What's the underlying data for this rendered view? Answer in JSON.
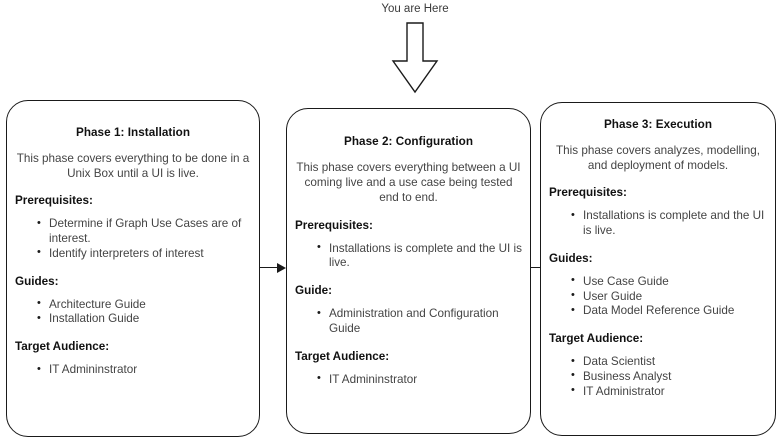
{
  "marker": {
    "label": "You are Here",
    "icon": "down-arrow-icon",
    "points_to": "Phase 2: Configuration"
  },
  "connectors": [
    {
      "name": "arrow-phase1-to-phase2",
      "icon": "right-arrow-icon"
    },
    {
      "name": "arrow-phase2-to-phase3",
      "icon": "right-arrow-icon"
    }
  ],
  "colors": {
    "border": "#1a1a1a",
    "heading": "#111111",
    "body": "#444444",
    "background": "#ffffff"
  },
  "cards": [
    {
      "id": "phase-1",
      "title": "Phase 1: Installation",
      "description": "This phase covers everything to be done in a Unix Box until a UI is live.",
      "sections": [
        {
          "heading": "Prerequisites:",
          "items": [
            "Determine if Graph Use Cases are of interest.",
            "Identify interpreters of interest"
          ]
        },
        {
          "heading": "Guides:",
          "items": [
            "Architecture Guide",
            "Installation Guide"
          ]
        },
        {
          "heading": "Target Audience:",
          "items": [
            "IT Admininstrator"
          ]
        }
      ]
    },
    {
      "id": "phase-2",
      "title": "Phase 2: Configuration",
      "description": "This phase covers everything between a UI coming live and a use case being tested end to end.",
      "sections": [
        {
          "heading": "Prerequisites:",
          "items": [
            "Installations is complete and the UI is live."
          ]
        },
        {
          "heading": "Guide:",
          "items": [
            "Administration and Configuration Guide"
          ]
        },
        {
          "heading": "Target Audience:",
          "items": [
            "IT Admininstrator"
          ]
        }
      ]
    },
    {
      "id": "phase-3",
      "title": "Phase 3: Execution",
      "description": "This phase covers analyzes, modelling, and deployment of models.",
      "sections": [
        {
          "heading": "Prerequisites:",
          "items": [
            "Installations is complete and the UI is live."
          ]
        },
        {
          "heading": "Guides:",
          "items": [
            "Use Case Guide",
            "User Guide",
            "Data Model Reference Guide"
          ]
        },
        {
          "heading": "Target Audience:",
          "items": [
            "Data Scientist",
            "Business Analyst",
            "IT Administrator"
          ]
        }
      ]
    }
  ]
}
